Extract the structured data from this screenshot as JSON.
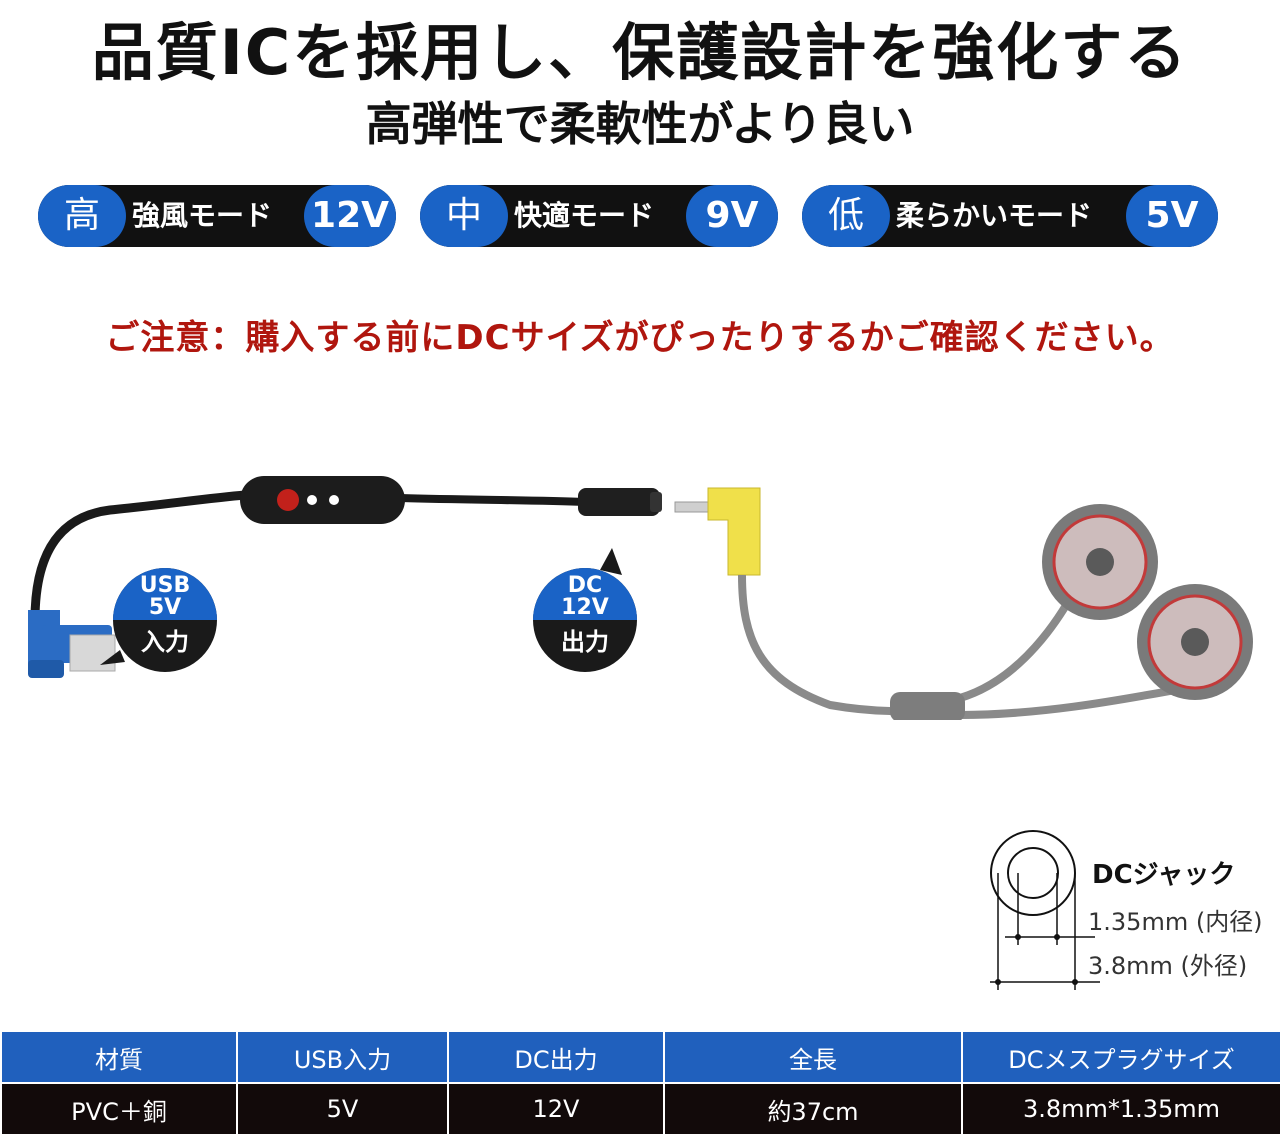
{
  "headline": {
    "title": "品質ICを採用し、保護設計を強化する",
    "subtitle": "高弾性で柔軟性がより良い"
  },
  "modes": [
    {
      "level": "高",
      "name": "強風モード",
      "voltage": "12V"
    },
    {
      "level": "中",
      "name": "快適モード",
      "voltage": "9V"
    },
    {
      "level": "低",
      "name": "柔らかいモード",
      "voltage": "5V"
    }
  ],
  "notice": "ご注意：購入する前にDCサイズがぴったりするかご確認ください。",
  "illustration": {
    "usb_badge": {
      "line1": "USB",
      "line2": "5V",
      "label": "入力"
    },
    "dc_badge": {
      "line1": "DC",
      "line2": "12V",
      "label": "出力"
    }
  },
  "dc_jack": {
    "title": "DCジャック",
    "inner": "1.35mm (内径)",
    "outer": "3.8mm (外径)"
  },
  "spec_table": {
    "headers": [
      "材質",
      "USB入力",
      "DC出力",
      "全長",
      "DCメスプラグサイズ"
    ],
    "values": [
      "PVC＋銅",
      "5V",
      "12V",
      "約37cm",
      "3.8mm*1.35mm"
    ]
  },
  "colors": {
    "accent_blue": "#1a63c6",
    "notice_red": "#b0160e",
    "table_header": "#2060bd",
    "table_value": "#120a0a"
  }
}
